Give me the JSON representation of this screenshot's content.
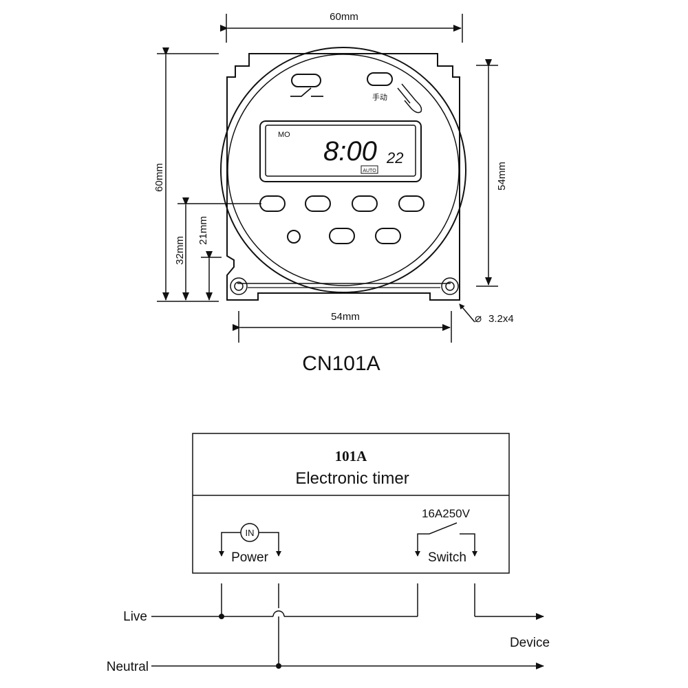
{
  "top_view": {
    "dim_width_top": "60mm",
    "dim_height_left": "60mm",
    "dim_height_right": "54mm",
    "dim_width_bottom": "54mm",
    "dim_32": "32mm",
    "dim_21": "21mm",
    "hole_spec": "3.2x4",
    "hole_symbol": "⌀",
    "manual_label": "手动",
    "lcd_day": "MO",
    "lcd_time": "8:00",
    "lcd_seconds": "22",
    "lcd_mode": "AUTO",
    "model": "CN101A"
  },
  "wiring": {
    "model": "101A",
    "subtitle": "Electronic timer",
    "rating": "16A250V",
    "in_label": "IN",
    "power_label": "Power",
    "switch_label": "Switch",
    "live_label": "Live",
    "neutral_label": "Neutral",
    "device_label": "Device"
  }
}
